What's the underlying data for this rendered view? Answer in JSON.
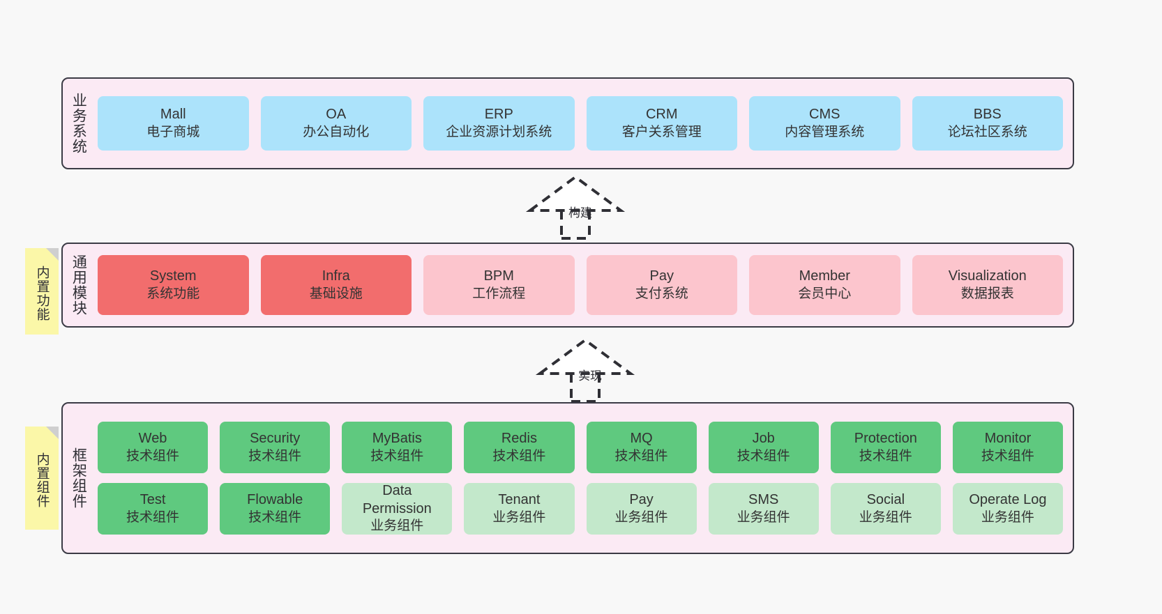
{
  "diagram": {
    "background_color": "#f8f8f8",
    "panel_color": "#fbeaf4",
    "panel_border_color": "#3b3b45",
    "note_color": "#fbf7a8",
    "note_fold_color": "#cfcfcf"
  },
  "layers": {
    "business": {
      "title": "业务系统",
      "note": null,
      "card_color": "#ace3fb",
      "cards": [
        {
          "name": "Mall",
          "desc": "电子商城"
        },
        {
          "name": "OA",
          "desc": "办公自动化"
        },
        {
          "name": "ERP",
          "desc": "企业资源计划系统"
        },
        {
          "name": "CRM",
          "desc": "客户关系管理"
        },
        {
          "name": "CMS",
          "desc": "内容管理系统"
        },
        {
          "name": "BBS",
          "desc": "论坛社区系统"
        }
      ]
    },
    "modules": {
      "title": "通用模块",
      "note": "内置功能",
      "card_color_strong": "#f26d6d",
      "card_color_soft": "#fcc5cd",
      "cards": [
        {
          "name": "System",
          "desc": "系统功能",
          "tone": "red"
        },
        {
          "name": "Infra",
          "desc": "基础设施",
          "tone": "red"
        },
        {
          "name": "BPM",
          "desc": "工作流程",
          "tone": "pink"
        },
        {
          "name": "Pay",
          "desc": "支付系统",
          "tone": "pink"
        },
        {
          "name": "Member",
          "desc": "会员中心",
          "tone": "pink"
        },
        {
          "name": "Visualization",
          "desc": "数据报表",
          "tone": "pink"
        }
      ]
    },
    "framework": {
      "title": "框架组件",
      "note": "内置组件",
      "card_color_strong": "#5fc97f",
      "card_color_soft": "#c3e8cb",
      "row1": [
        {
          "name": "Web",
          "desc": "技术组件",
          "tone": "green"
        },
        {
          "name": "Security",
          "desc": "技术组件",
          "tone": "green"
        },
        {
          "name": "MyBatis",
          "desc": "技术组件",
          "tone": "green"
        },
        {
          "name": "Redis",
          "desc": "技术组件",
          "tone": "green"
        },
        {
          "name": "MQ",
          "desc": "技术组件",
          "tone": "green"
        },
        {
          "name": "Job",
          "desc": "技术组件",
          "tone": "green"
        },
        {
          "name": "Protection",
          "desc": "技术组件",
          "tone": "green"
        },
        {
          "name": "Monitor",
          "desc": "技术组件",
          "tone": "green"
        }
      ],
      "row2": [
        {
          "name": "Test",
          "desc": "技术组件",
          "tone": "green"
        },
        {
          "name": "Flowable",
          "desc": "技术组件",
          "tone": "green"
        },
        {
          "name": "Data Permission",
          "desc": "业务组件",
          "tone": "green-light"
        },
        {
          "name": "Tenant",
          "desc": "业务组件",
          "tone": "green-light"
        },
        {
          "name": "Pay",
          "desc": "业务组件",
          "tone": "green-light"
        },
        {
          "name": "SMS",
          "desc": "业务组件",
          "tone": "green-light"
        },
        {
          "name": "Social",
          "desc": "业务组件",
          "tone": "green-light"
        },
        {
          "name": "Operate Log",
          "desc": "业务组件",
          "tone": "green-light"
        }
      ]
    }
  },
  "connectors": {
    "build": {
      "label": "构建",
      "style": "dashed-generalization"
    },
    "implement": {
      "label": "实现",
      "style": "dashed-generalization"
    }
  }
}
